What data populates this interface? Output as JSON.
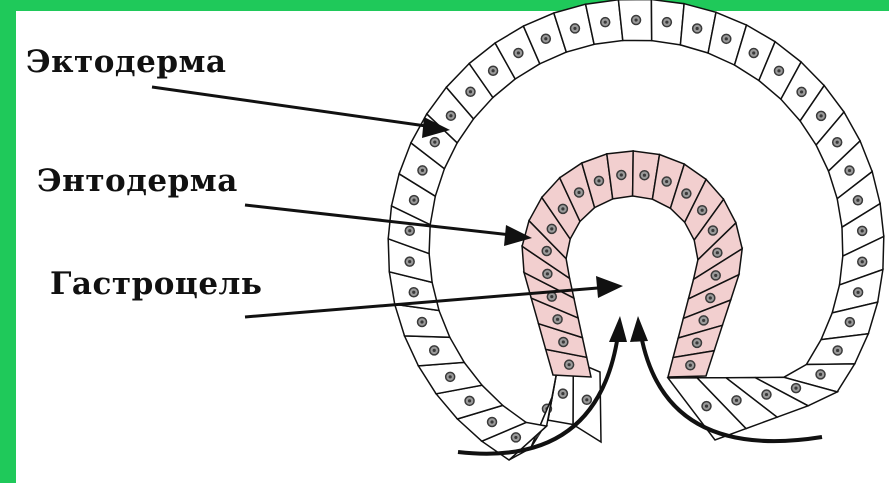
{
  "labels": {
    "ectoderm": "Эктодерма",
    "endoderm": "Энтодерма",
    "gastrocoel": "Гастроцель"
  },
  "colors": {
    "frame": "#1fc95a",
    "background": "#ffffff",
    "ectoderm_fill": "#ffffff",
    "endoderm_fill": "#f2cfcf",
    "outline": "#111111",
    "nucleus": "#3a3a3a"
  }
}
